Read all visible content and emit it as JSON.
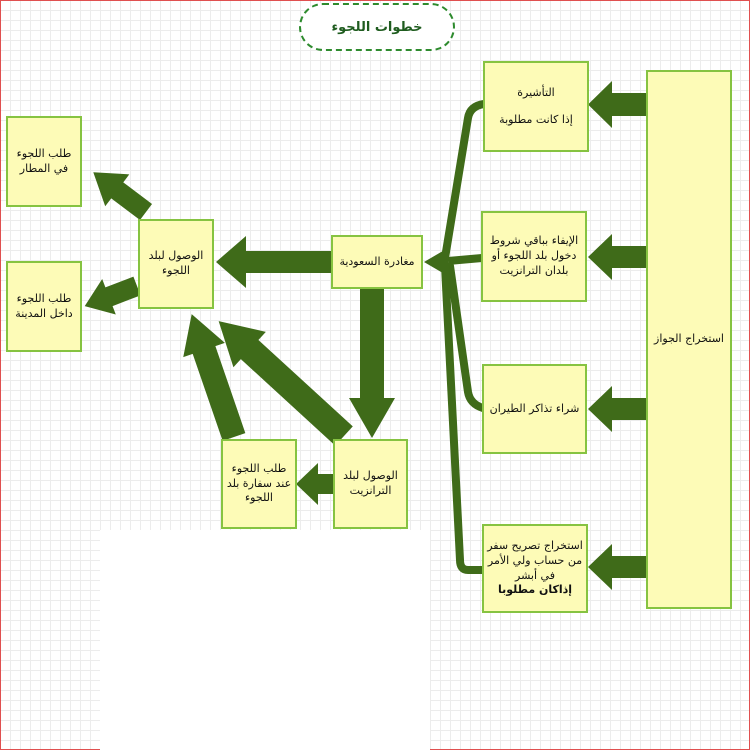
{
  "title": "خطوات اللجوء",
  "boxes": {
    "passport": "استخراج الجواز",
    "visa_line1": "التأشيرة",
    "visa_line2": "إذا كانت مطلوبة",
    "conditions": "الإيفاء بباقي شروط دخول بلد اللجوء أو بلدان الترانزيت",
    "tickets": "شراء تذاكر الطيران",
    "permit_main": "استخراج تصريح سفر من حساب ولي الأمر في أبشر",
    "permit_note": "إذاكان مطلوبا",
    "departure": "مغادرة السعودية",
    "transit_arrival": "الوصول لبلد الترانزيت",
    "embassy_request": "طلب اللجوء عند سفارة بلد اللجوء",
    "arrival": "الوصول لبلد اللجوء",
    "airport_request": "طلب اللجوء في المطار",
    "city_request": "طلب اللجوء داخل المدينة"
  },
  "colors": {
    "arrow": "#3f6b19",
    "box_fill": "#fdfbb7",
    "box_border": "#86c341",
    "title_border": "#2e8b2e"
  }
}
